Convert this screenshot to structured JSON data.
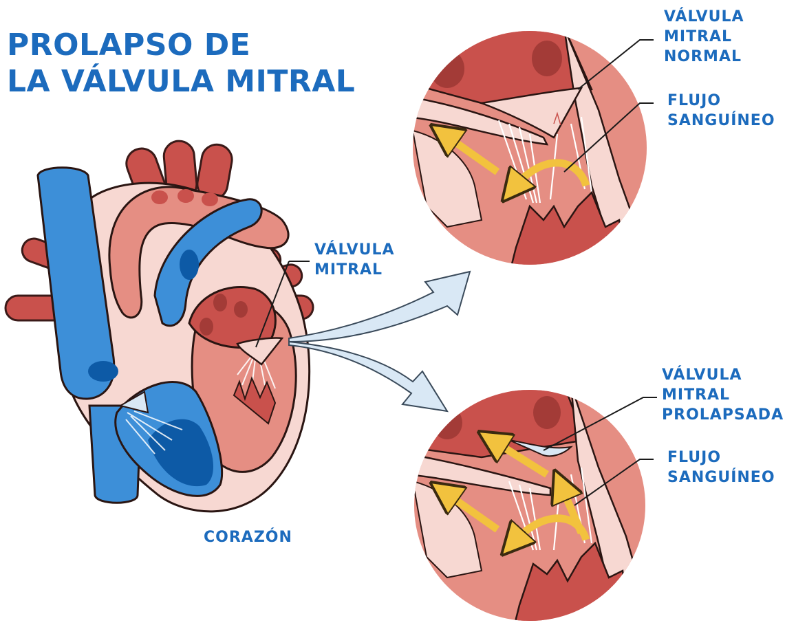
{
  "title": {
    "line1": "PROLAPSO DE",
    "line2": "LA VÁLVULA MITRAL"
  },
  "heart": {
    "label": "CORAZÓN",
    "valve_label": {
      "line1": "VÁLVULA",
      "line2": "MITRAL"
    }
  },
  "normal_panel": {
    "valve_label": {
      "line1": "VÁLVULA",
      "line2": "MITRAL",
      "line3": "NORMAL"
    },
    "flow_label": {
      "line1": "FLUJO",
      "line2": "SANGUÍNEO"
    }
  },
  "prolapse_panel": {
    "valve_label": {
      "line1": "VÁLVULA",
      "line2": "MITRAL",
      "line3": "PROLAPSADA"
    },
    "flow_label": {
      "line1": "FLUJO",
      "line2": "SANGUÍNEO"
    }
  },
  "colors": {
    "label_blue": "#1c6bbd",
    "vein_blue": "#3d8fd8",
    "deep_blue": "#0d5aa6",
    "artery_red": "#c9514c",
    "muscle_pink": "#e58e83",
    "tissue_light": "#f7d8d2",
    "flow_yellow": "#f2c23e",
    "pointer_arrow": "#d9e8f5"
  }
}
